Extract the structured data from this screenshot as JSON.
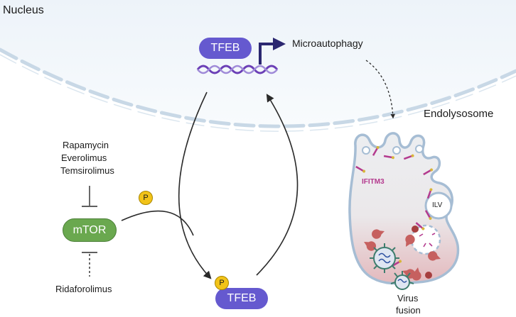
{
  "nucleus": {
    "label": "Nucleus"
  },
  "nuclear_tfeb": {
    "label": "TFEB"
  },
  "microautophagy": {
    "label": "Microautophagy"
  },
  "endolysosome": {
    "label": "Endolysosome",
    "ifitm3_label": "IFITM3",
    "ilv_label": "ILV"
  },
  "inhibitors_top": [
    "Rapamycin",
    "Everolimus",
    "Temsirolimus"
  ],
  "mtor": {
    "label": "mTOR"
  },
  "inhibitor_bottom": {
    "label": "Ridaforolimus"
  },
  "phospho": {
    "label": "P"
  },
  "cyto_tfeb": {
    "label": "TFEB"
  },
  "virus_fusion": {
    "line1": "Virus",
    "line2": "fusion"
  },
  "colors": {
    "tfeb": "#6559cf",
    "mtor": "#6aa84f",
    "phosphate": "#f2c318",
    "dna": "#6b3fb6",
    "membrane": "#bccfe2",
    "ifitm3": "#b43a8e",
    "virus": "#3f7d6e"
  }
}
